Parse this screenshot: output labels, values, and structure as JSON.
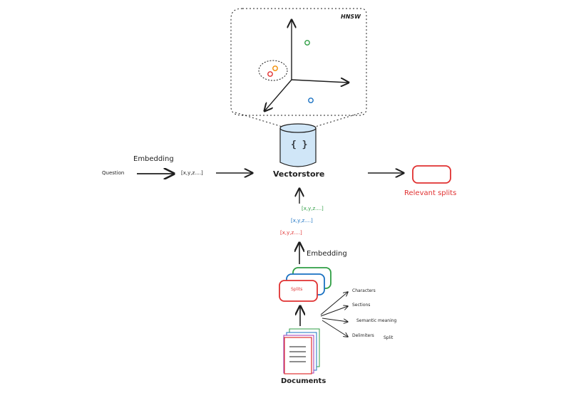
{
  "hnsw": {
    "title": "HNSW"
  },
  "vectorstore": {
    "icon_text": "{ }",
    "label": "Vectorstore"
  },
  "query": {
    "question_label": "Question",
    "embedding_label": "Embedding",
    "vector_text": "[x,y,z....]"
  },
  "output": {
    "relevant_label": "Relevant splits"
  },
  "doc_vectors": [
    {
      "text": "[x,y,z....]"
    },
    {
      "text": "[x,y,z....]"
    },
    {
      "text": "[x,y,z....]"
    }
  ],
  "splits": {
    "embedding_label": "Embedding",
    "label": "Splits"
  },
  "split_methods": [
    {
      "label": "Characters"
    },
    {
      "label": "Sections"
    },
    {
      "label": "Semantic meaning"
    },
    {
      "label": "Delimiters"
    }
  ],
  "split_note": "Split",
  "documents": {
    "label": "Documents"
  },
  "colors": {
    "red": "#e03131",
    "blue": "#1971c2",
    "green": "#2f9e44",
    "orange": "#f08c00",
    "ink": "#1e1e1e",
    "cylinder_fill": "#d0e6f7"
  }
}
